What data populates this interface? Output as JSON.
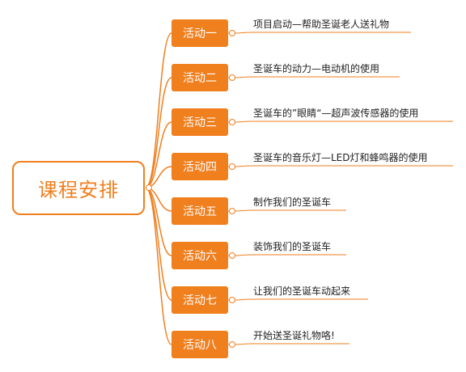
{
  "root": {
    "label": "课程安排"
  },
  "activities": [
    {
      "label": "活动一",
      "detail": "项目启动—帮助圣诞老人送礼物"
    },
    {
      "label": "活动二",
      "detail": "圣诞车的动力—电动机的使用"
    },
    {
      "label": "活动三",
      "detail": "圣诞车的”眼睛“—超声波传感器的使用"
    },
    {
      "label": "活动四",
      "detail": "圣诞车的音乐灯—LED灯和蜂鸣器的使用"
    },
    {
      "label": "活动五",
      "detail": "制作我们的圣诞车"
    },
    {
      "label": "活动六",
      "detail": "装饰我们的圣诞车"
    },
    {
      "label": "活动七",
      "detail": "让我们的圣诞车动起来"
    },
    {
      "label": "活动八",
      "detail": "开始送圣诞礼物咯!"
    }
  ],
  "colors": {
    "accent": "#F07F1E",
    "detail_text": "#222222",
    "background": "#FFFFFF"
  }
}
